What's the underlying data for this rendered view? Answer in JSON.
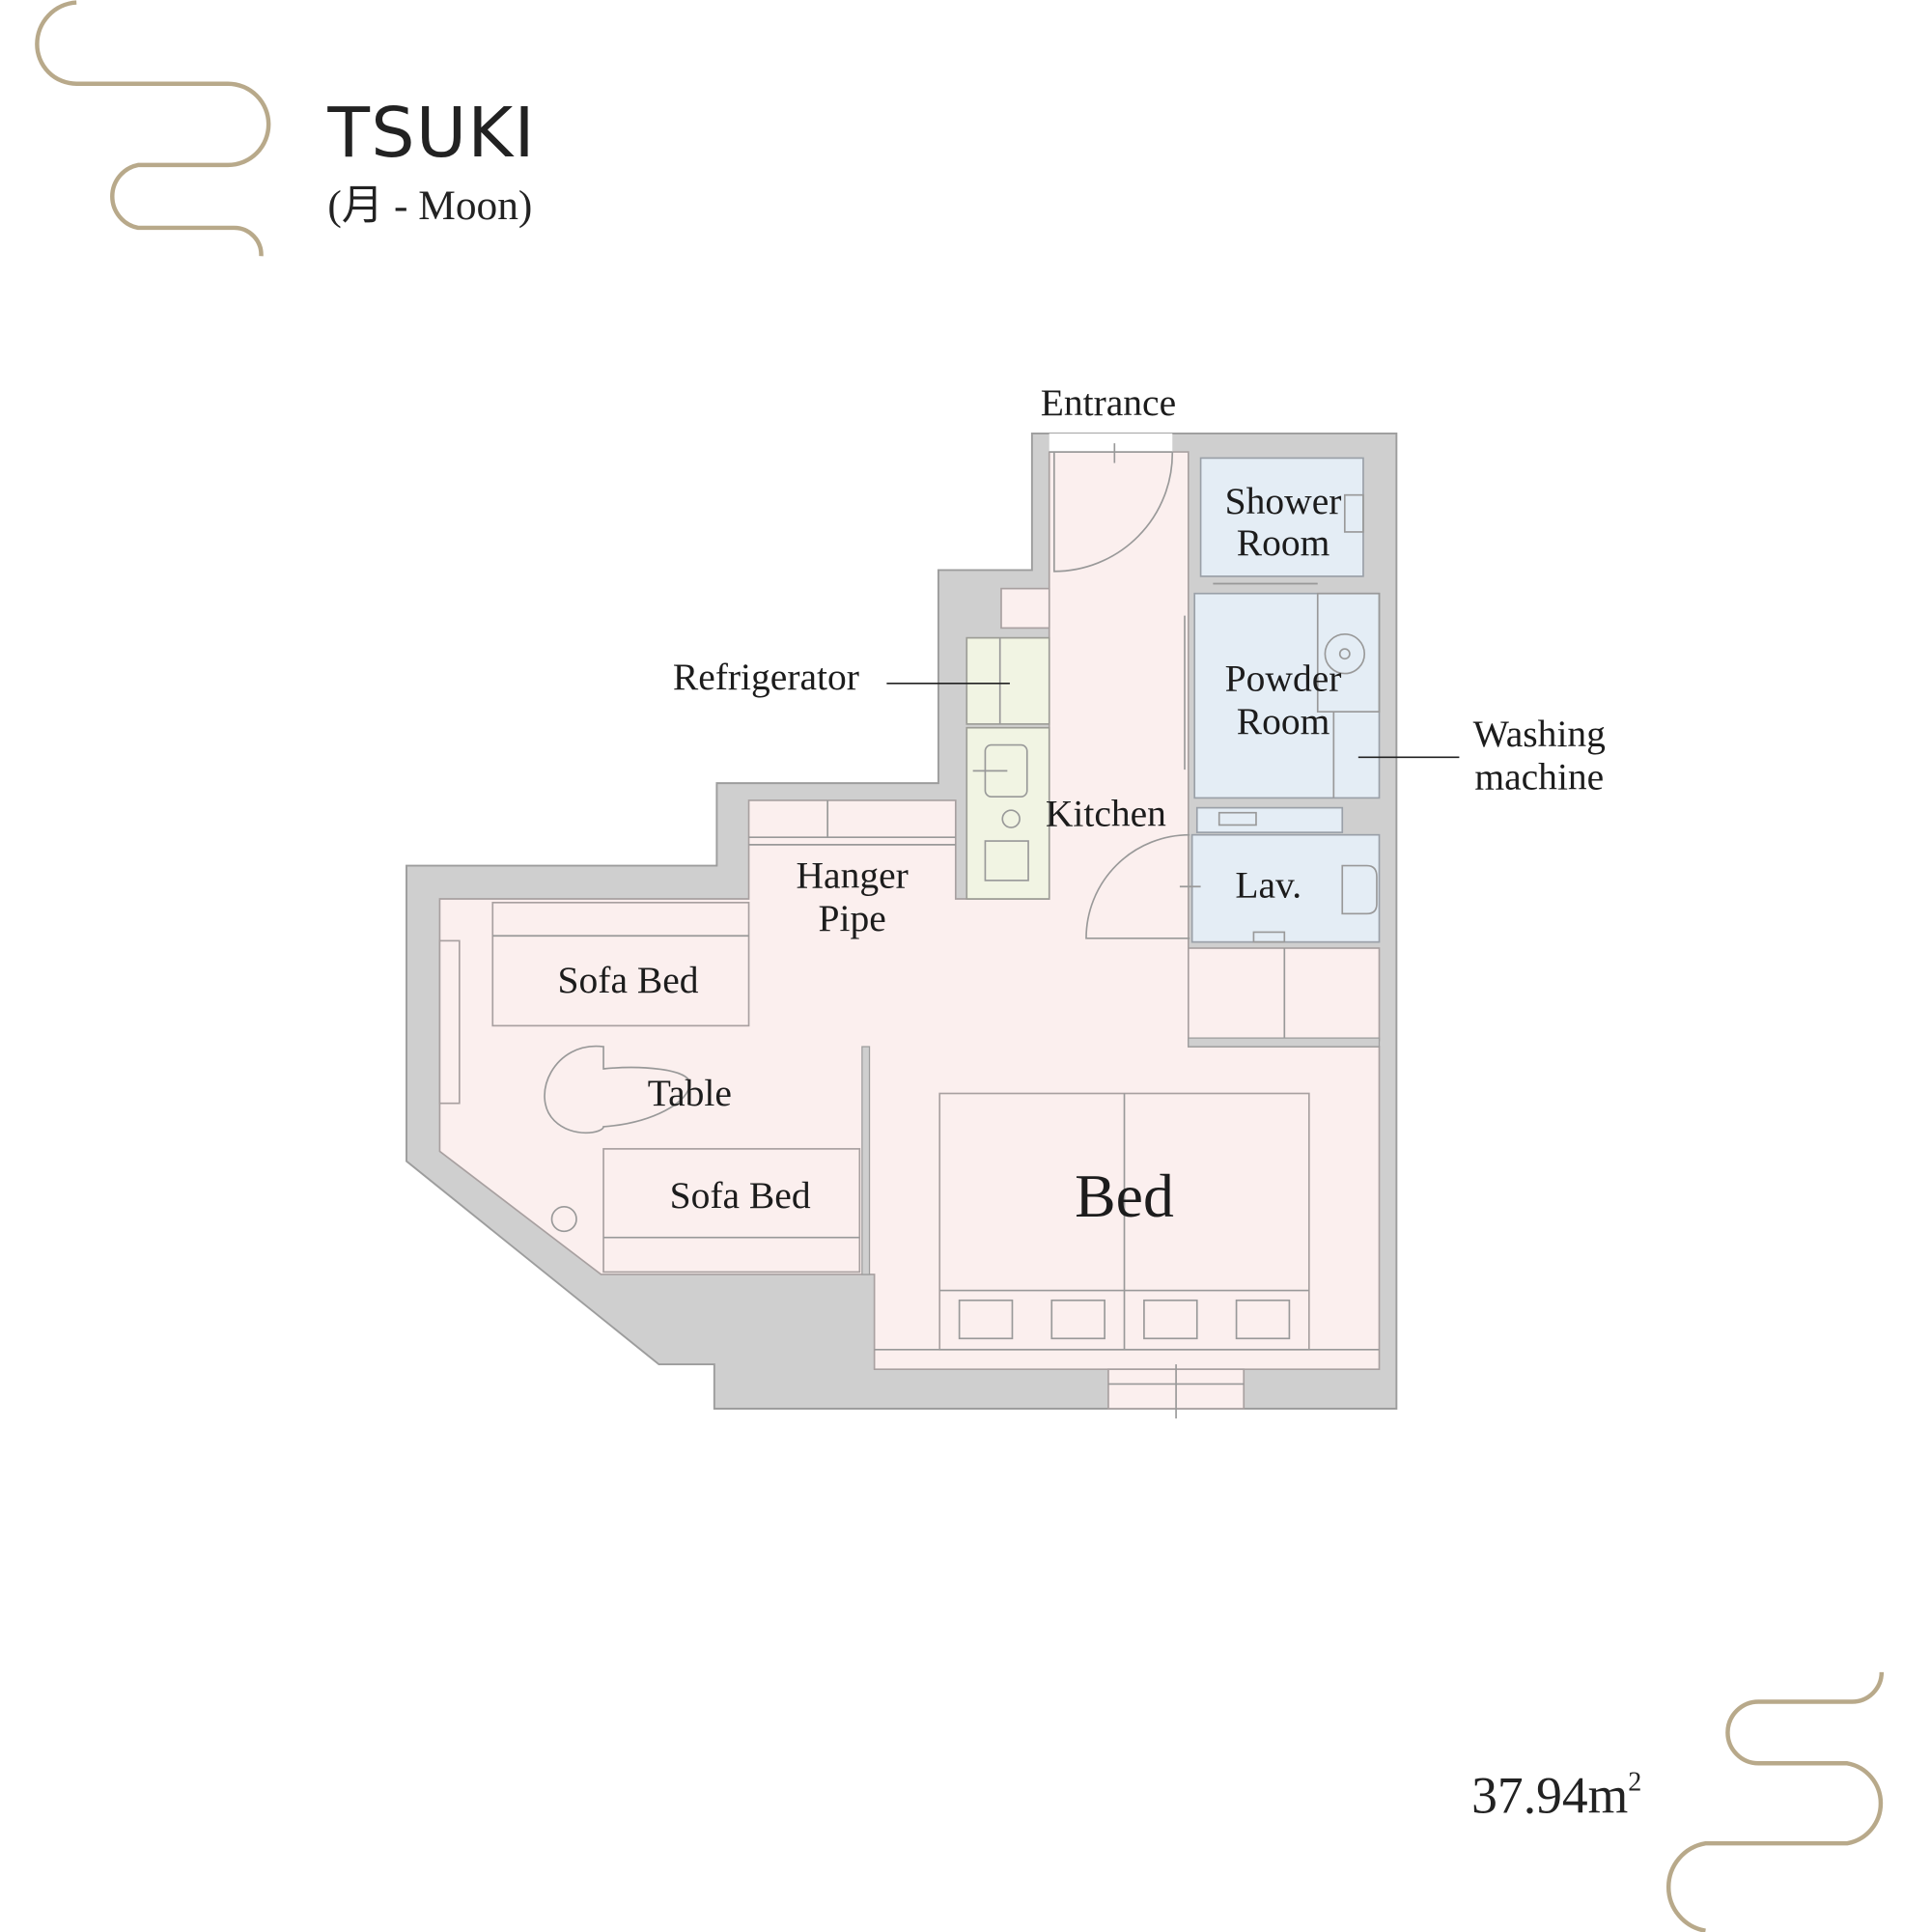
{
  "header": {
    "title": "TSUKI",
    "subtitle": "(月 - Moon)"
  },
  "area": {
    "value": "37.94m",
    "unit_sup": "2"
  },
  "labels": {
    "entrance": "Entrance",
    "shower_room": [
      "Shower",
      "Room"
    ],
    "refrigerator": "Refrigerator",
    "powder_room": [
      "Powder",
      "Room"
    ],
    "washing_machine": [
      "Washing",
      "machine"
    ],
    "kitchen": "Kitchen",
    "hanger_pipe": [
      "Hanger",
      "Pipe"
    ],
    "lav": "Lav.",
    "sofa_bed_top": "Sofa Bed",
    "table": "Table",
    "sofa_bed_bottom": "Sofa Bed",
    "bed": "Bed"
  },
  "colors": {
    "accent_gold": "#b8a98a",
    "wall": "#cfcfcf",
    "room_pink": "#fbefee",
    "wet_blue": "#e4edf5",
    "kitchen_green": "#f1f4e3"
  }
}
